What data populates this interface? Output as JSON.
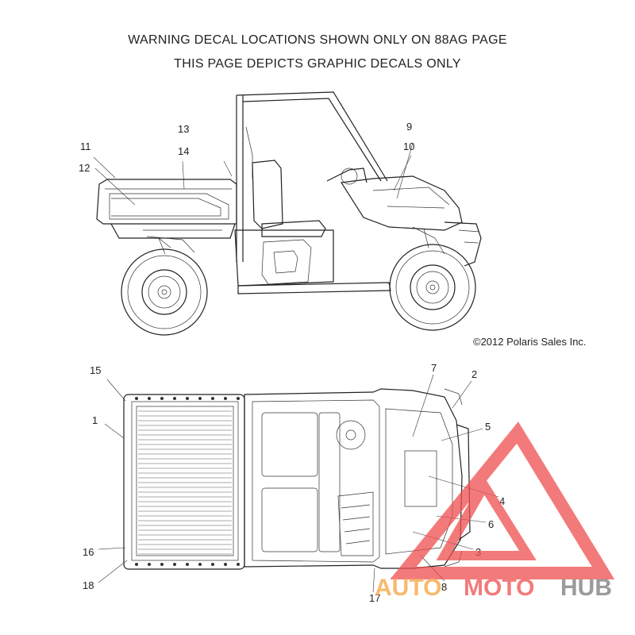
{
  "header": {
    "line1": "WARNING DECAL LOCATIONS SHOWN ONLY ON 88AG PAGE",
    "line2": "THIS PAGE DEPICTS GRAPHIC DECALS ONLY"
  },
  "copyright": "©2012 Polaris Sales Inc.",
  "callouts": {
    "c1": "1",
    "c2": "2",
    "c3": "3",
    "c4": "4",
    "c5": "5",
    "c6": "6",
    "c7": "7",
    "c8": "8",
    "c9": "9",
    "c10": "10",
    "c11": "11",
    "c12": "12",
    "c13": "13",
    "c14": "14",
    "c15": "15",
    "c16": "16",
    "c17": "17",
    "c18": "18"
  },
  "watermark": {
    "auto": "AUTO",
    "moto": "MOTO",
    "hub": "HUB",
    "color_red": "#f04e4e",
    "color_orange": "#f7a23b",
    "color_gray": "#7a7a7a"
  }
}
